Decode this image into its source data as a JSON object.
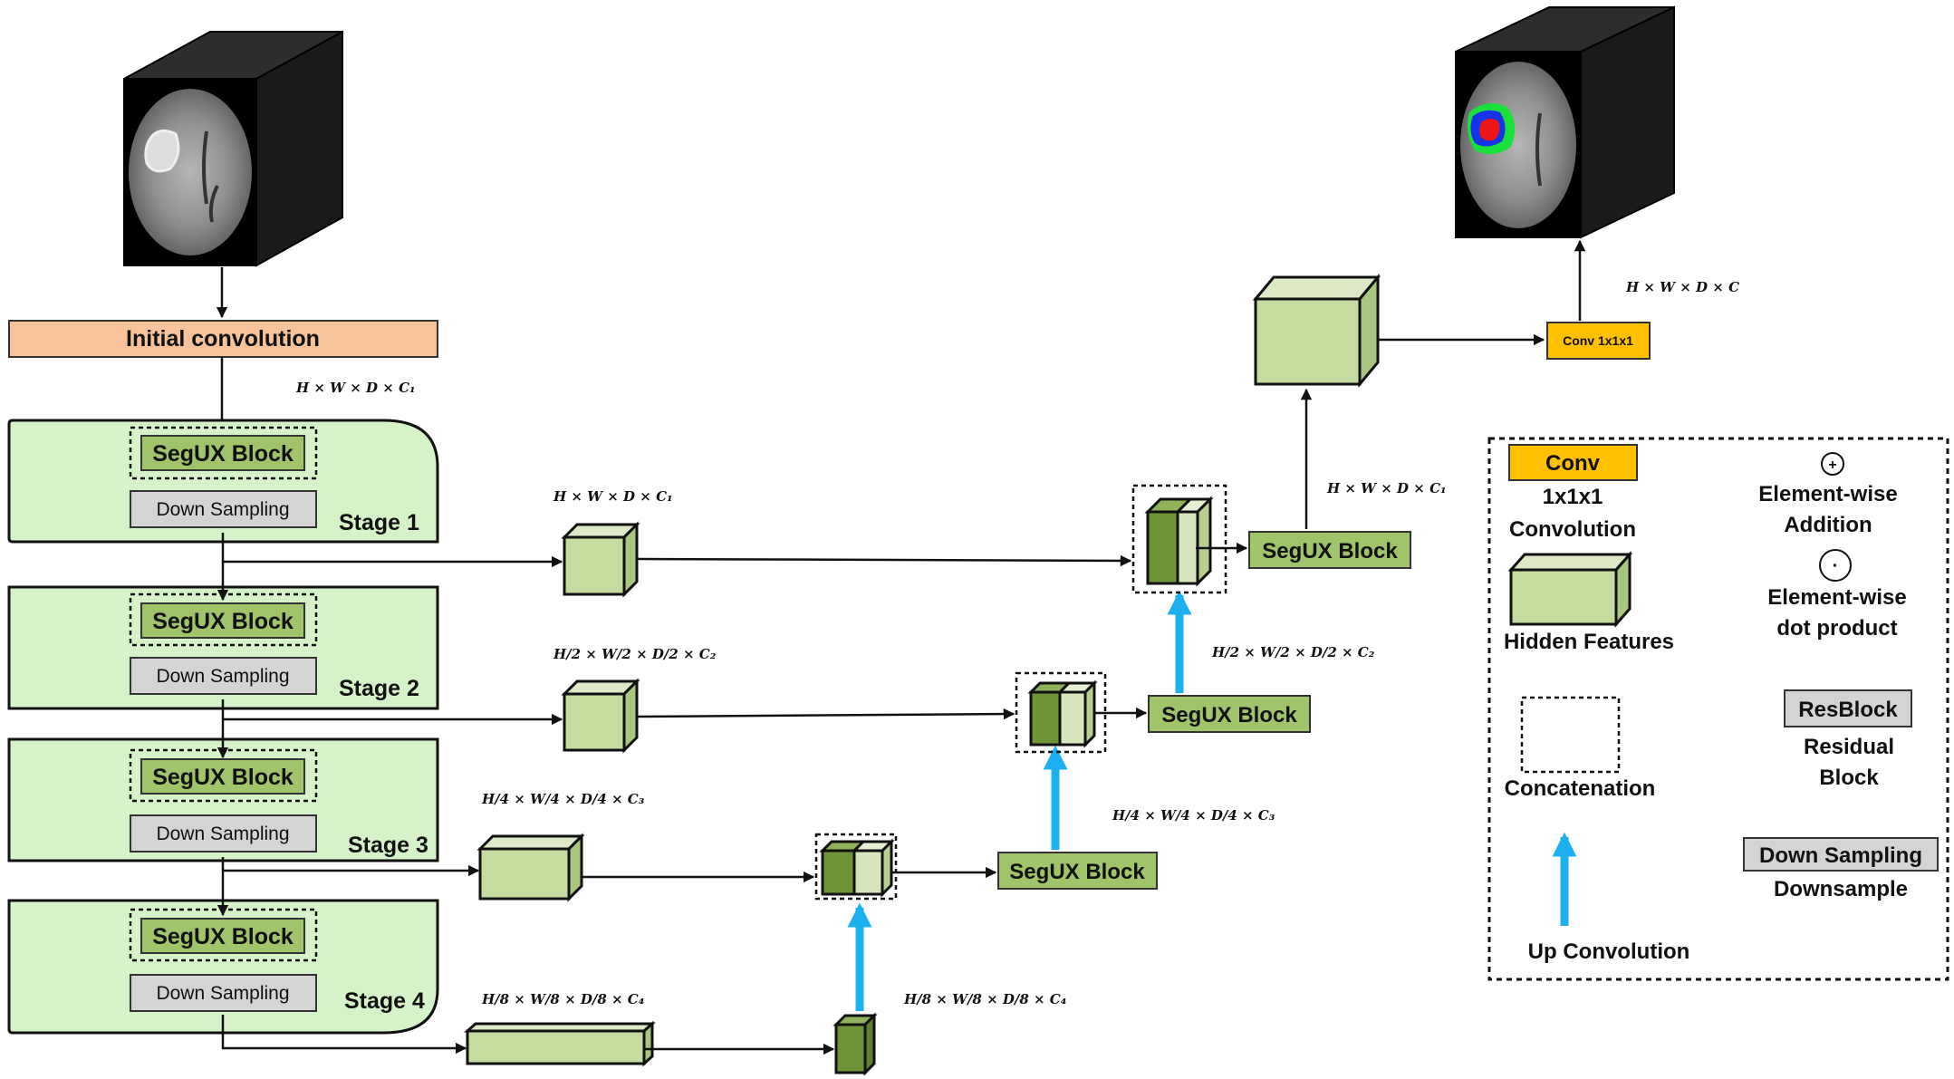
{
  "input_block": {
    "label": "Initial convolution"
  },
  "encoder": {
    "block_label": "SegUX Block",
    "down_label": "Down Sampling",
    "stages": [
      {
        "name": "Stage 1"
      },
      {
        "name": "Stage 2"
      },
      {
        "name": "Stage 3"
      },
      {
        "name": "Stage 4"
      }
    ]
  },
  "decoder": {
    "block_label": "SegUX Block",
    "head_label": "Conv 1x1x1"
  },
  "dims": {
    "full": "H × W × D × C₁",
    "half": "H/2 × W/2 × D/2 × C₂",
    "quarter": "H/4 × W/4 × D/4 × C₃",
    "eighth": "H/8 × W/8 × D/8 × C₄",
    "output": "H × W × D × C"
  },
  "legend": {
    "conv_title": "Conv",
    "conv_desc_1": "1x1x1",
    "conv_desc_2": "Convolution",
    "hidden_features": "Hidden Features",
    "concatenation": "Concatenation",
    "up_convolution": "Up Convolution",
    "add_desc_1": "Element-wise",
    "add_desc_2": "Addition",
    "dot_desc_1": "Element-wise",
    "dot_desc_2": "dot product",
    "resblock_title": "ResBlock",
    "resblock_desc_1": "Residual",
    "resblock_desc_2": "Block",
    "down_title": "Down Sampling",
    "down_desc": "Downsample",
    "plus_symbol": "+",
    "dot_symbol": "·"
  },
  "colors": {
    "stage_fill": "#d6f2c8",
    "block_fill": "#9fc46a",
    "feature_fill": "#c5dba0",
    "conv_fill": "#ffc000",
    "init_conv_fill": "#f8c39b",
    "up_arrow": "#1cb0f0"
  }
}
